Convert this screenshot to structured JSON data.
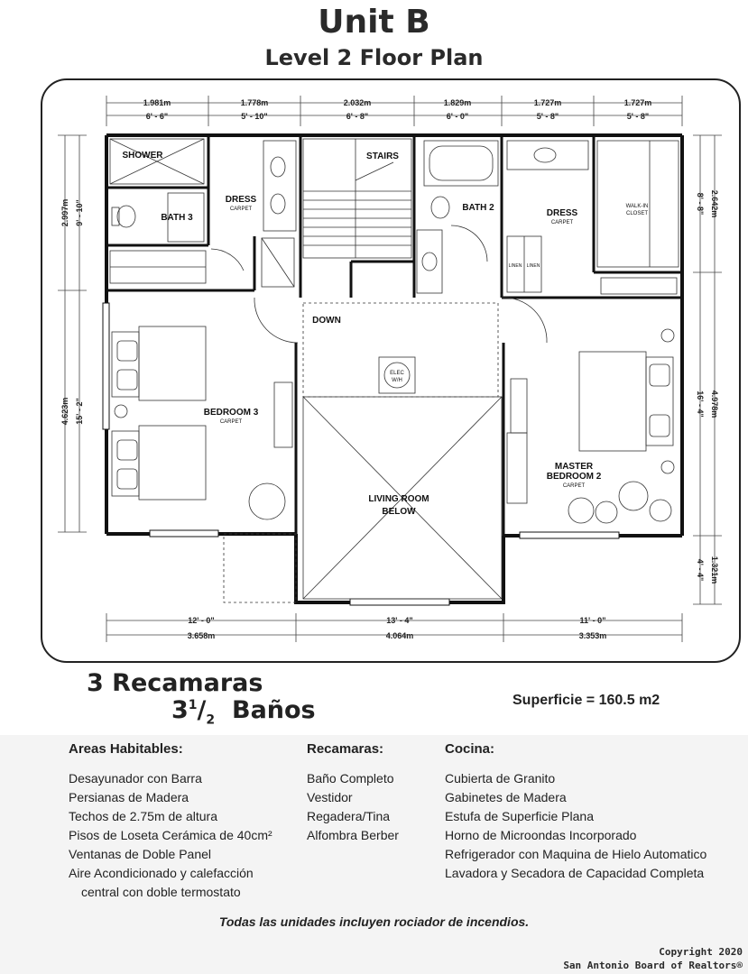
{
  "header": {
    "title": "Unit B",
    "subtitle": "Level 2 Floor Plan"
  },
  "plan": {
    "top_dims_metric": [
      "1.981m",
      "1.778m",
      "2.032m",
      "1.829m",
      "1.727m",
      "1.727m"
    ],
    "top_dims_imperial": [
      "6' - 6\"",
      "5' - 10\"",
      "6' - 8\"",
      "6' - 0\"",
      "5' - 8\"",
      "5' - 8\""
    ],
    "left_dims_imperial": [
      "9' - 10\"",
      "15' - 2\""
    ],
    "left_dims_metric": [
      "2.997m",
      "4.623m"
    ],
    "right_dims_metric": [
      "2.642m",
      "4.978m",
      "1.321m"
    ],
    "right_dims_imperial": [
      "8' - 8\"",
      "16' - 4\"",
      "4' - 4\""
    ],
    "bottom_dims_imperial": [
      "12' - 0\"",
      "13' - 4\"",
      "11' - 0\""
    ],
    "bottom_dims_metric": [
      "3.658m",
      "4.064m",
      "3.353m"
    ],
    "rooms": {
      "shower": "SHOWER",
      "bath3": "BATH 3",
      "dress_left": "DRESS",
      "carpet": "CARPET",
      "stairs": "STAIRS",
      "bath2": "BATH 2",
      "dress_right": "DRESS",
      "walk_in": "WALK-IN",
      "closet": "CLOSET",
      "linen": "LINEN",
      "down": "DOWN",
      "elec": "ELEC",
      "wh": "W/H",
      "bedroom3": "BEDROOM 3",
      "living1": "LIVING ROOM",
      "living2": "BELOW",
      "master1": "MASTER",
      "master2": "BEDROOM 2"
    }
  },
  "summary": {
    "bedrooms": "3 Recamaras",
    "baths_whole": "3",
    "baths_num": "1",
    "baths_den": "2",
    "baths_word": "Baños",
    "area": "Superficie = 160.5 m2"
  },
  "features": {
    "areas": {
      "heading": "Areas Habitables:",
      "items": [
        "Desayunador con Barra",
        "Persianas de Madera",
        "Techos de 2.75m de altura",
        "Pisos de Loseta Cerámica de 40cm²",
        "Ventanas de Doble Panel",
        "Aire Acondicionado y calefacción",
        "   central con doble termostato"
      ]
    },
    "recamaras": {
      "heading": "Recamaras:",
      "items": [
        "Baño Completo",
        "Vestidor",
        "Regadera/Tina",
        "Alfombra Berber"
      ]
    },
    "cocina": {
      "heading": "Cocina:",
      "items": [
        "Cubierta de Granito",
        "Gabinetes de Madera",
        "Estufa de Superficie Plana",
        "Horno de Microondas Incorporado",
        "Refrigerador con  Maquina de Hielo Automatico",
        " Lavadora y Secadora de Capacidad Completa"
      ]
    }
  },
  "footer": {
    "note": "Todas las unidades incluyen rociador de incendios.",
    "copyright1": "Copyright 2020",
    "copyright2": "San Antonio Board of Realtors®"
  }
}
